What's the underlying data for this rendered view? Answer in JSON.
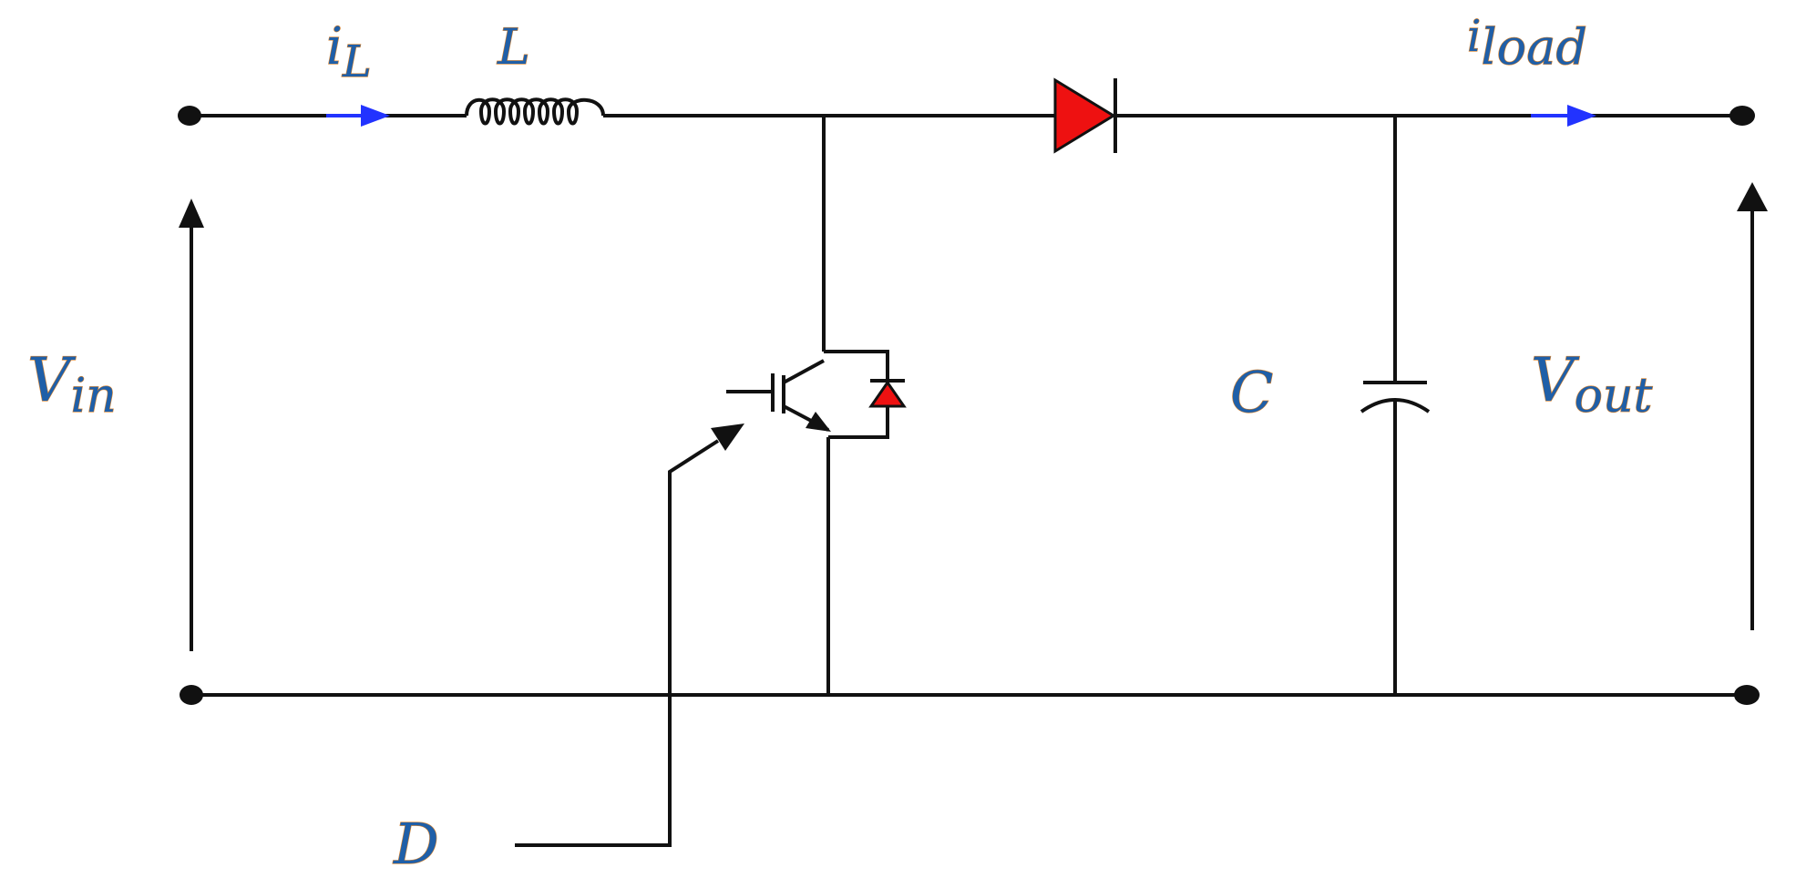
{
  "labels": {
    "il_main": "i",
    "il_sub": "L",
    "inductor": "L",
    "iload_main": "i",
    "iload_sub": "load",
    "vin_main": "V",
    "vin_sub": "in",
    "capacitor": "C",
    "vout_main": "V",
    "vout_sub": "out",
    "duty": "D"
  },
  "colors": {
    "wire": "#111111",
    "current_arrow": "#2233ff",
    "diode_fill": "#ee1111",
    "label_text": "#1f5fa8",
    "label_outline": "#d9822b"
  },
  "components": {
    "inductor": "inductor-icon",
    "diode": "diode-icon",
    "switch": "igbt-switch-icon",
    "freewheel_diode": "diode-icon",
    "capacitor": "capacitor-icon"
  }
}
